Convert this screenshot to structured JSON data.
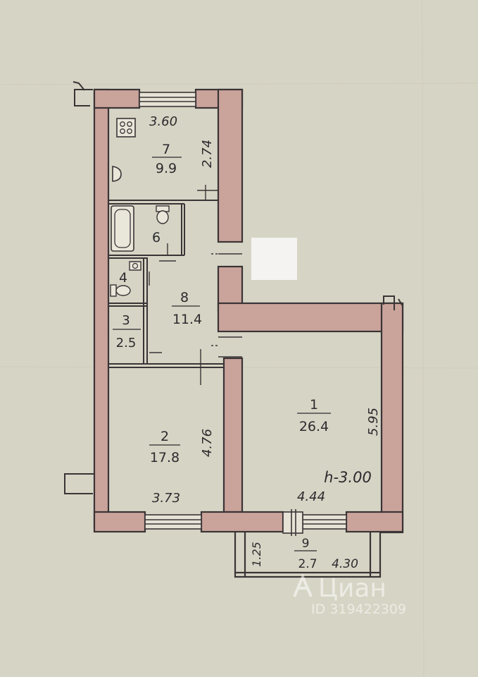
{
  "plan": {
    "height_note": "h-3.00",
    "watermark": {
      "brand": "Циан",
      "id": "ID 319422309"
    },
    "rooms": [
      {
        "id": "room-1",
        "number": "1",
        "area": "26.4"
      },
      {
        "id": "room-2",
        "number": "2",
        "area": "17.8"
      },
      {
        "id": "room-3",
        "number": "3",
        "area": "2.5"
      },
      {
        "id": "room-4",
        "number": "4",
        "area": ""
      },
      {
        "id": "room-6",
        "number": "6",
        "area": ""
      },
      {
        "id": "room-7",
        "number": "7",
        "area": "9.9"
      },
      {
        "id": "room-8",
        "number": "8",
        "area": "11.4"
      },
      {
        "id": "room-9",
        "number": "9",
        "area": "2.7"
      }
    ],
    "dimensions": {
      "room7_width": "3.60",
      "room7_depth": "2.74",
      "room2_depth": "4.76",
      "room2_width": "3.73",
      "room1_depth": "5.95",
      "room1_width": "4.44",
      "balcony_depth": "1.25",
      "balcony_width": "4.30"
    }
  }
}
